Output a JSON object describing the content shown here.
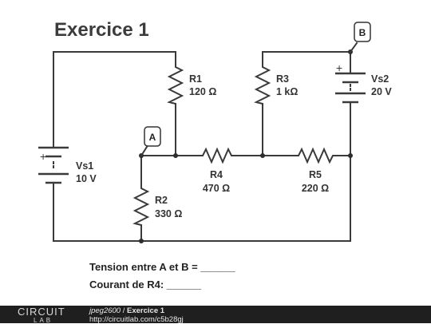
{
  "title": "Exercice 1",
  "nodes": {
    "a": "A",
    "b": "B"
  },
  "components": {
    "vs1": {
      "name": "Vs1",
      "value": "10 V"
    },
    "vs2": {
      "name": "Vs2",
      "value": "20 V"
    },
    "r1": {
      "name": "R1",
      "value": "120 Ω"
    },
    "r2": {
      "name": "R2",
      "value": "330 Ω"
    },
    "r3": {
      "name": "R3",
      "value": "1 kΩ"
    },
    "r4": {
      "name": "R4",
      "value": "470 Ω"
    },
    "r5": {
      "name": "R5",
      "value": "220 Ω"
    }
  },
  "polarity": {
    "plus": "+"
  },
  "questions": {
    "q1": "Tension entre A et B = ______",
    "q2": "Courant de R4: ______"
  },
  "footer": {
    "logo_main": "CIRCUIT",
    "logo_sub": "LAB",
    "author": "jpeg2600",
    "separator": " / ",
    "circuit_name": "Exercice 1",
    "url": "http://circuitlab.com/c5b28gj"
  },
  "colors": {
    "wire": "#3a3a3a",
    "footer_bg": "#1f1f1f",
    "title": "#3c3c3c"
  }
}
